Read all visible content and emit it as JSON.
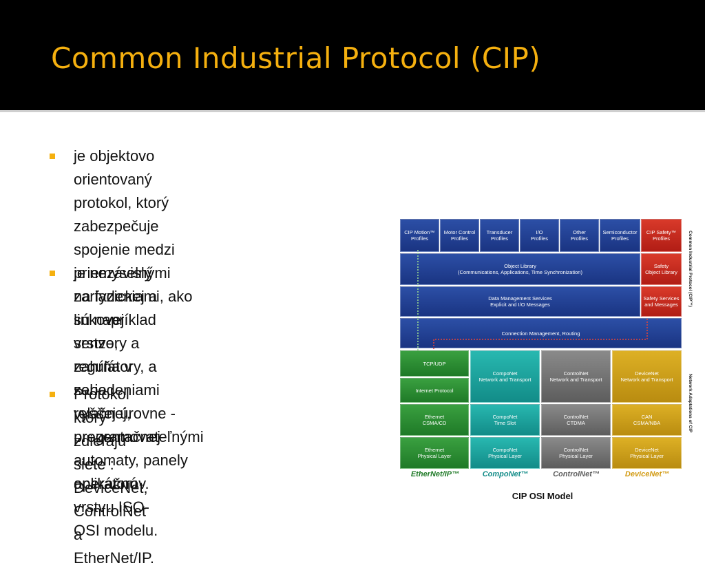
{
  "slide": {
    "title": "Common Industrial Protocol (CIP)",
    "colors": {
      "title": "#f5b00f",
      "bullet": "#f5b00f",
      "header_bg": "#000000"
    },
    "bullets": [
      "je objektovo orientovaný protokol, ktorý zabezpečuje spojenie medzi\npriemyselnými zariadeniami, ako sú napríklad senzory a regulátory, a\nzariadeniami vyššej úrovne - programovateľnými automaty, panely\noperátorov.",
      "je nezávislý na fyzickej a linkovej vrstve,\n zahŕňa v sebe relačnej, prezentačnej a\n aplikačnú vrstvu ISO-OSI modelu.",
      "Protokol ktorý zdieľajú siete :\n DeviceNet, ControlNet a EtherNet/IP."
    ]
  },
  "diagram": {
    "profiles": [
      "CIP Motion™\nProfiles",
      "Motor Control\nProfiles",
      "Transducer\nProfiles",
      "I/O\nProfiles",
      "Other\nProfiles",
      "Semiconductor\nProfiles",
      "CIP Safety™\nProfiles"
    ],
    "object_library": "Object Library\n(Communications, Applications, Time Synchronization)",
    "safety_object_library": "Safety\nObject Library",
    "data_management": "Data Management Services\nExplicit and I/O Messages",
    "safety_services": "Safety Services\nand Messages",
    "connection_management": "Connection Management, Routing",
    "side_label_top": "Common Industrial Protocol (CIP™)",
    "side_label_bottom": "Network Adaptations of CIP",
    "ethernet": [
      "TCP/UDP",
      "Internet Protocol",
      "Ethernet\nCSMA/CD",
      "Ethernet\nPhysical Layer"
    ],
    "componet": [
      "CompoNet\nNetwork and Transport",
      "CompoNet\nTime Slot",
      "CompoNet\nPhysical Layer"
    ],
    "controlnet": [
      "ControlNet\nNetwork and Transport",
      "ControlNet\nCTDMA",
      "ControlNet\nPhysical Layer"
    ],
    "devicenet": [
      "DeviceNet\nNetwork and Transport",
      "CAN\nCSMA/NBA",
      "DeviceNet\nPhysical Layer"
    ],
    "network_names": [
      "EtherNet/IP™",
      "CompoNet™",
      "ControlNet™",
      "DeviceNet™"
    ],
    "network_colors": [
      "#1f7a27",
      "#128c88",
      "#5d5d5d",
      "#d29a12"
    ],
    "caption": "CIP OSI Model"
  }
}
